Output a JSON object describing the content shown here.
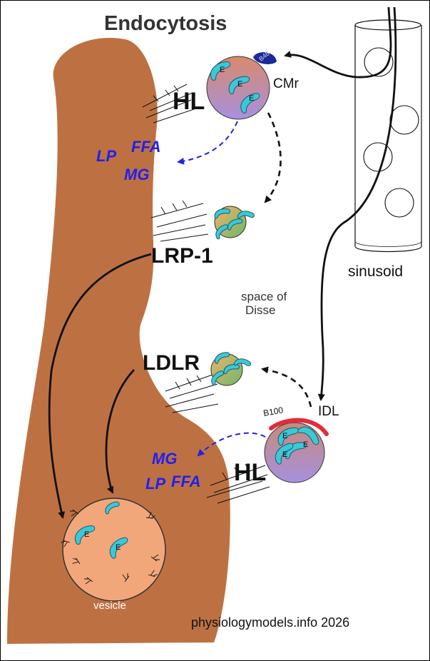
{
  "title": "Endocytosis",
  "labels": {
    "hl_top": "HL",
    "hl_bottom": "HL",
    "cmr": "CMr",
    "b48": "B48",
    "lrp1": "LRP-1",
    "ldlr": "LDLR",
    "idl": "IDL",
    "b100": "B100",
    "sinusoid": "sinusoid",
    "space_line1": "space of",
    "space_line2": "Disse",
    "vesicle": "vesicle",
    "credit": "physiologymodels.info 2026"
  },
  "products_top": {
    "lp": "LP",
    "ffa": "FFA",
    "mg": "MG"
  },
  "products_bottom": {
    "mg": "MG",
    "lp": "LP",
    "ffa": "FFA"
  },
  "apo_letter": "E",
  "colors": {
    "cell": "#bd7142",
    "vesicle": "#f2a77a",
    "apo_e": "#3cc8d8",
    "blue_text": "#2020ee",
    "b100": "#e52a3a",
    "b48": "#1a2a9a"
  }
}
